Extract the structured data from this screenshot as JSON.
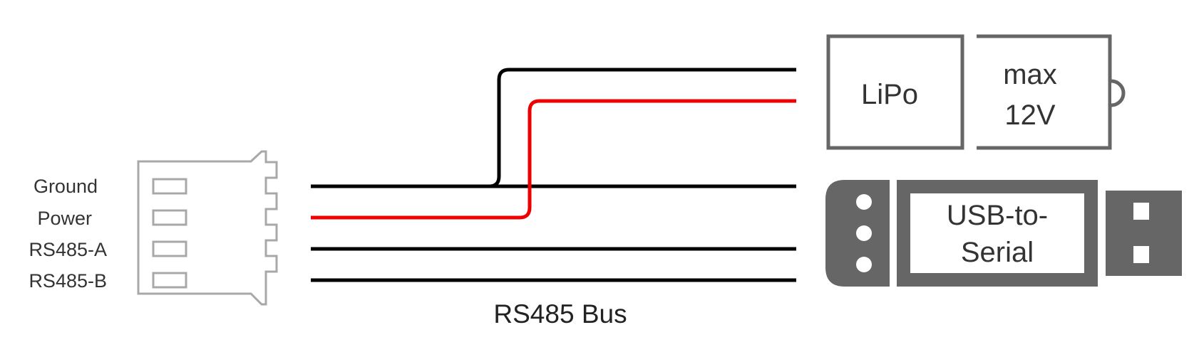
{
  "connector": {
    "pins": [
      "Ground",
      "Power",
      "RS485-A",
      "RS485-B"
    ]
  },
  "bus_label": "RS485 Bus",
  "battery": {
    "type_label": "LiPo",
    "voltage_line1": "max",
    "voltage_line2": "12V"
  },
  "usb_adapter": {
    "label_line1": "USB-to-",
    "label_line2": "Serial"
  },
  "colors": {
    "ground_wire": "#000000",
    "power_wire": "#ee0000",
    "connector_stroke": "#a8a8a8",
    "component_fill": "#666666",
    "component_stroke": "#555555"
  }
}
